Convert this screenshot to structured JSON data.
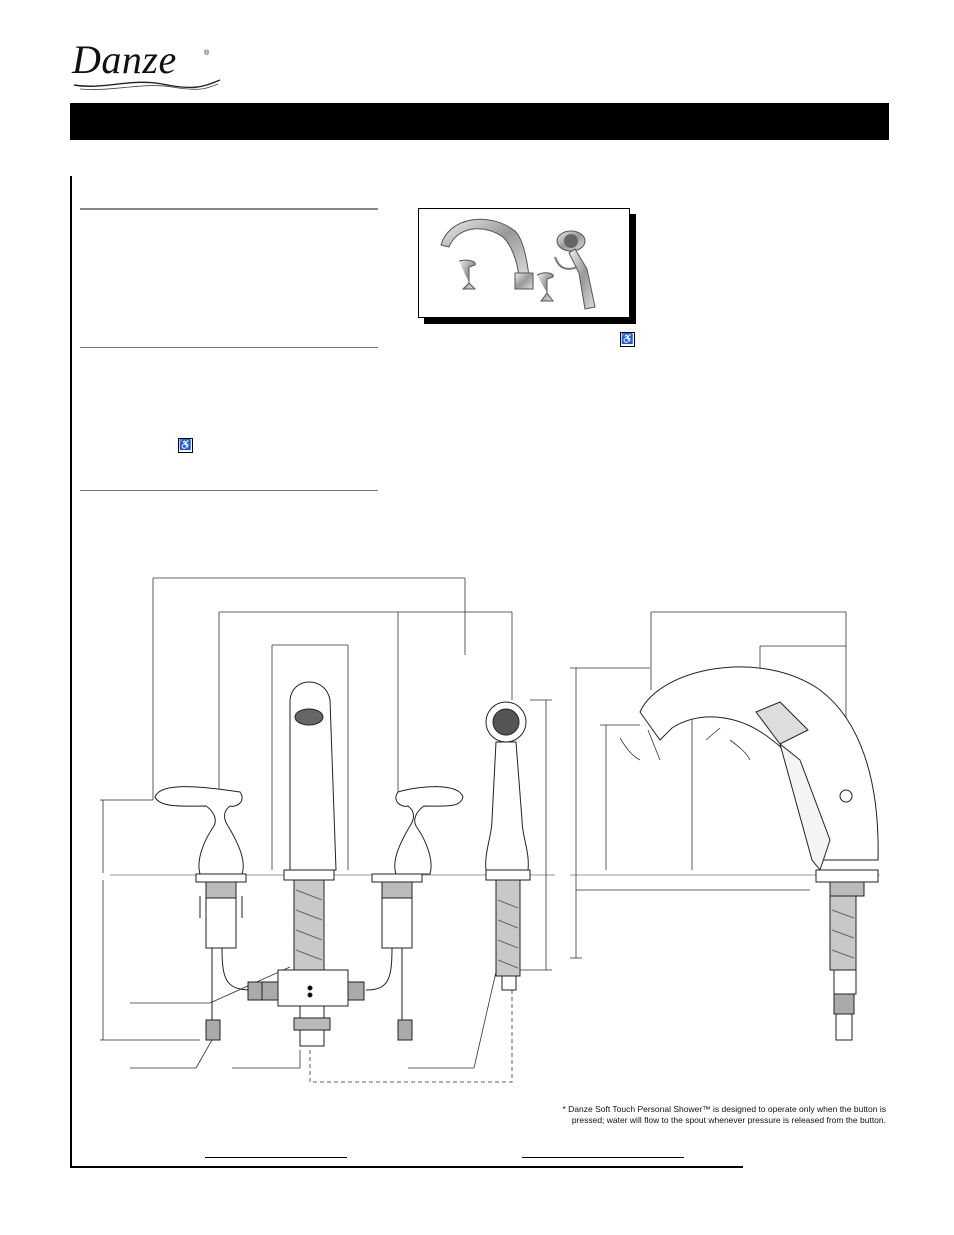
{
  "brand": {
    "name": "Danze",
    "registered_mark": "®"
  },
  "footnote": {
    "line1": "* Danze Soft Touch Personal Shower™ is designed to operate only when the button is",
    "line2": "pressed; water will flow to the spout whenever pressure is released from the button."
  },
  "icons": {
    "accessibility": "wheelchair-accessibility-icon",
    "accessibility_glyph": "♿"
  },
  "colors": {
    "title_bar": "#000000",
    "line_art": "#222222",
    "dimension_lines": "#333333"
  }
}
